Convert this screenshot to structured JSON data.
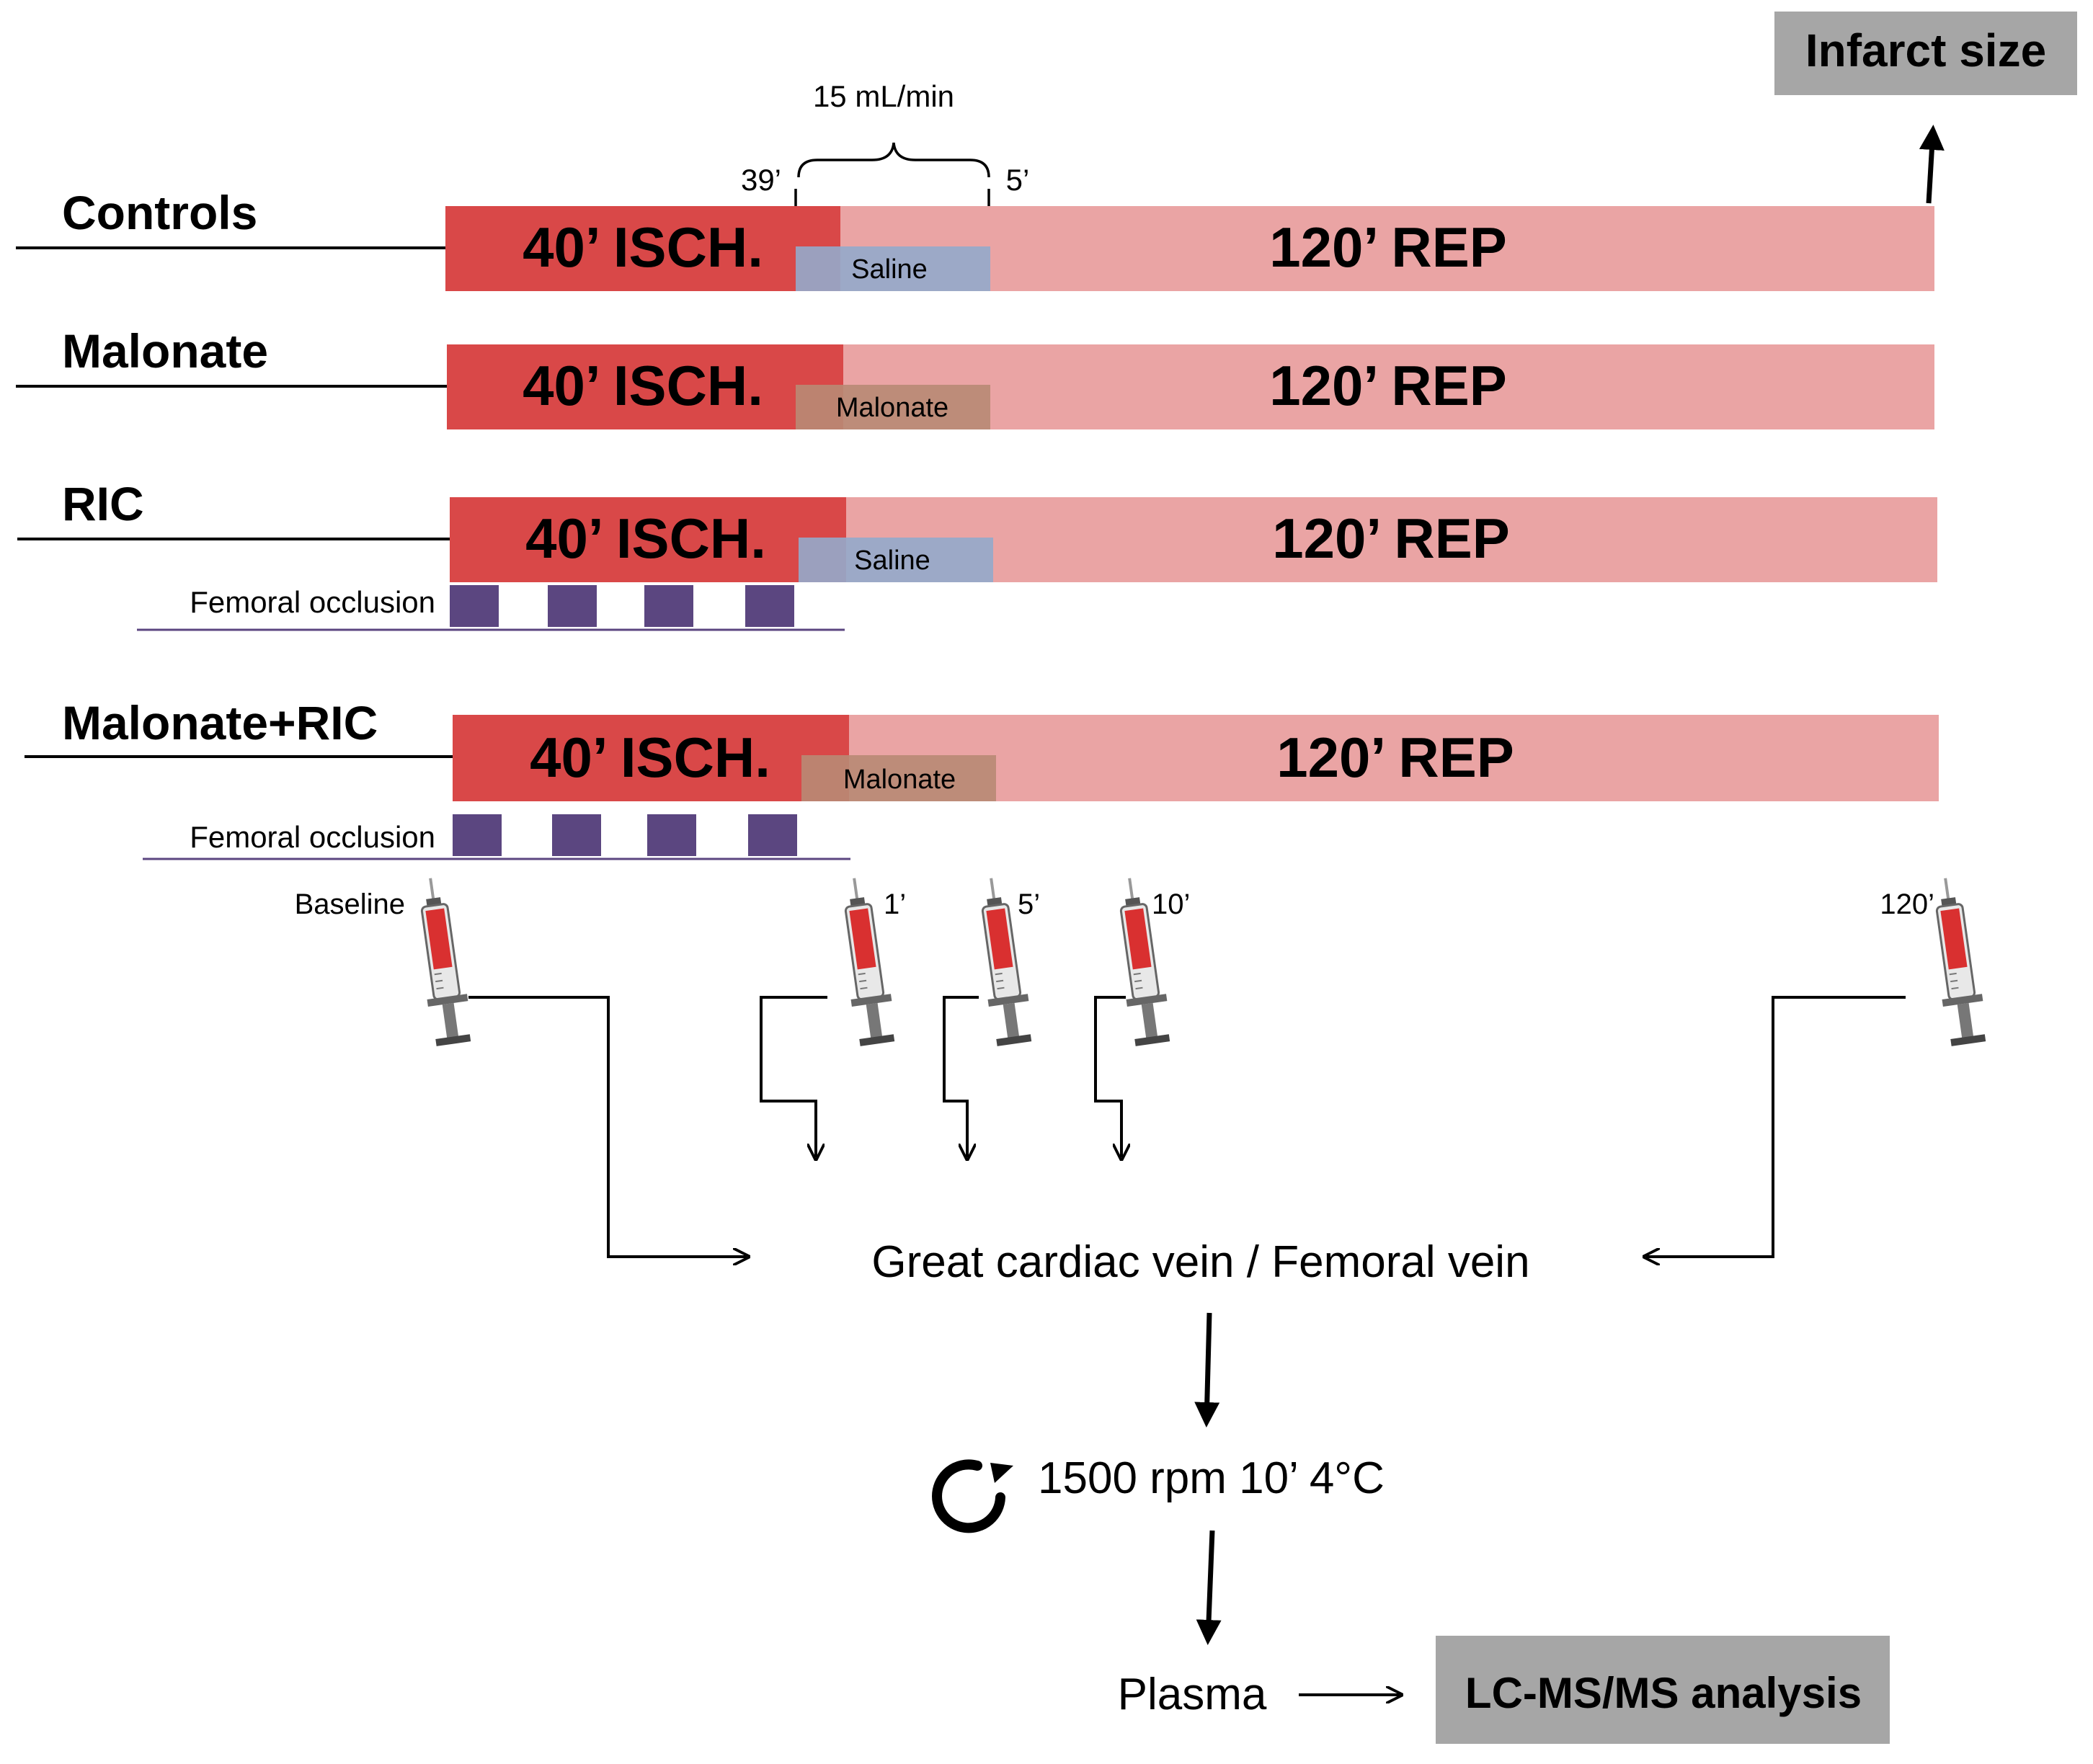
{
  "groups": [
    {
      "name": "Controls",
      "ischemia_label": "40’ ISCH.",
      "reperfusion_label": "120’ REP",
      "infusion_label": "Saline",
      "femoral_occlusion": false
    },
    {
      "name": "Malonate",
      "ischemia_label": "40’ ISCH.",
      "reperfusion_label": "120’ REP",
      "infusion_label": "Malonate",
      "femoral_occlusion": false
    },
    {
      "name": "RIC",
      "ischemia_label": "40’ ISCH.",
      "reperfusion_label": "120’ REP",
      "infusion_label": "Saline",
      "femoral_occlusion": true,
      "femoral_label": "Femoral occlusion"
    },
    {
      "name": "Malonate+RIC",
      "ischemia_label": "40’ ISCH.",
      "reperfusion_label": "120’ REP",
      "infusion_label": "Malonate",
      "femoral_occlusion": true,
      "femoral_label": "Femoral occlusion"
    }
  ],
  "infusion": {
    "rate": "15 mL/min",
    "start": "39’",
    "end": "5’"
  },
  "infarct_size": "Infarct size",
  "samples": {
    "baseline": "Baseline",
    "t1": "1’",
    "t5": "5’",
    "t10": "10’",
    "t120": "120’"
  },
  "workflow": {
    "source": "Great cardiac vein / Femoral vein",
    "centrifuge": "1500 rpm 10’ 4°C",
    "plasma": "Plasma",
    "analysis": "LC-MS/MS analysis"
  },
  "colors": {
    "ischemia": "#d94848",
    "reperfusion": "#eaa4a4",
    "saline": "#93aacb",
    "malonate": "#b88a74",
    "occlusion": "#5b4680",
    "box_gray": "#a6a6a6",
    "syringe_red": "#d93030"
  }
}
